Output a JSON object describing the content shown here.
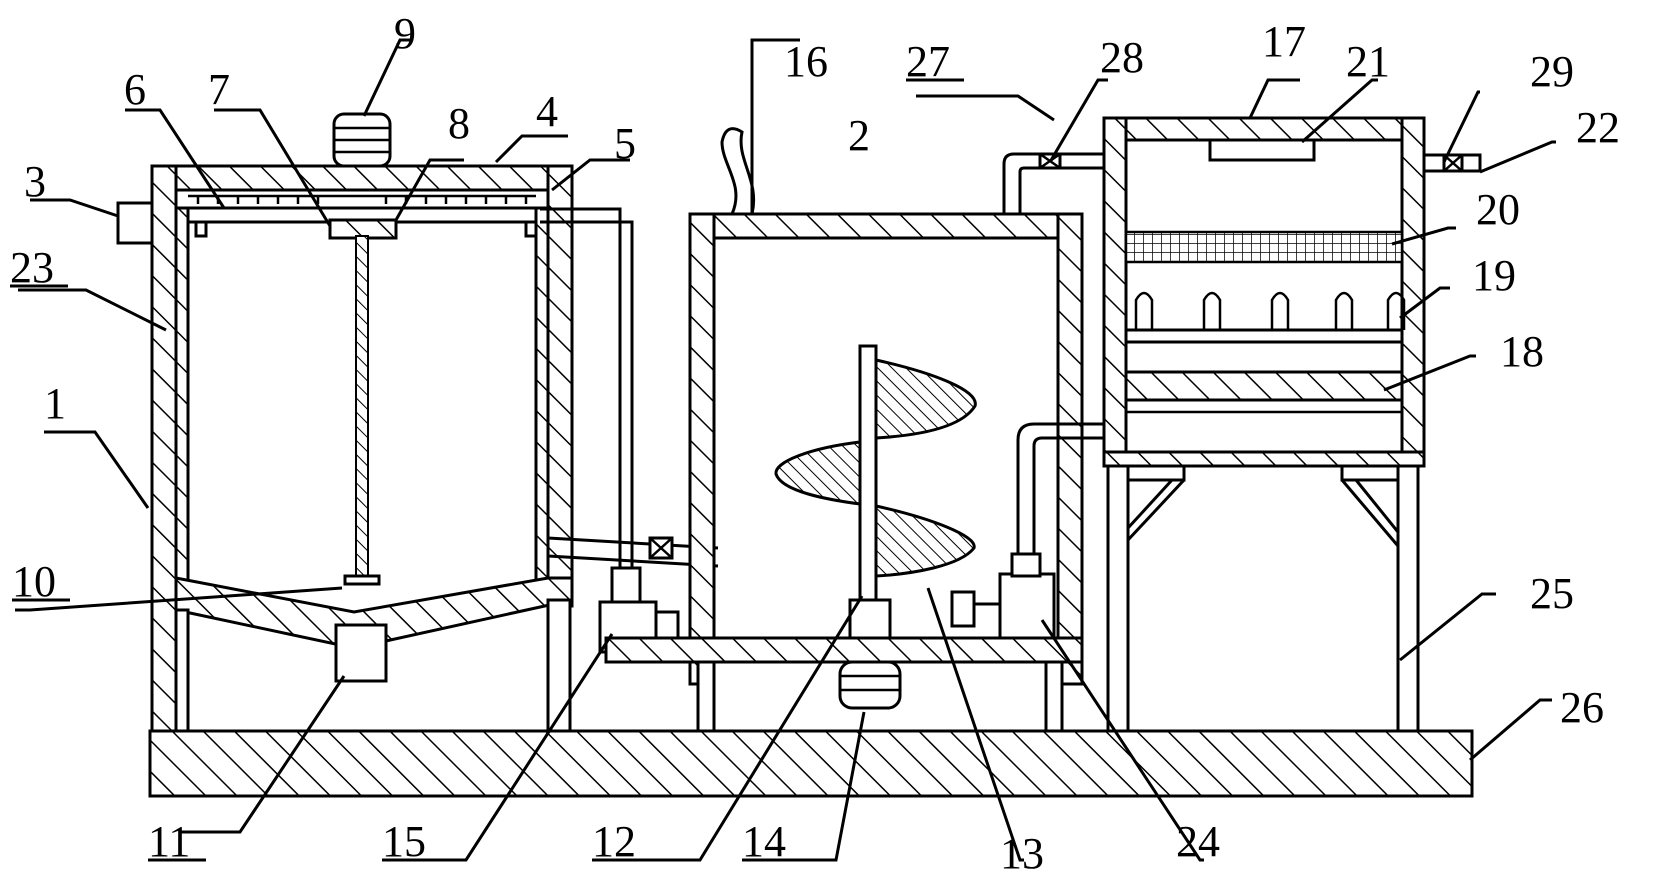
{
  "labels": [
    {
      "id": "1",
      "text": "1"
    },
    {
      "id": "2",
      "text": "2"
    },
    {
      "id": "3",
      "text": "3"
    },
    {
      "id": "4",
      "text": "4"
    },
    {
      "id": "5",
      "text": "5"
    },
    {
      "id": "6",
      "text": "6"
    },
    {
      "id": "7",
      "text": "7"
    },
    {
      "id": "8",
      "text": "8"
    },
    {
      "id": "9",
      "text": "9"
    },
    {
      "id": "10",
      "text": "10"
    },
    {
      "id": "11",
      "text": "11"
    },
    {
      "id": "12",
      "text": "12"
    },
    {
      "id": "13",
      "text": "13"
    },
    {
      "id": "14",
      "text": "14"
    },
    {
      "id": "15",
      "text": "15"
    },
    {
      "id": "16",
      "text": "16"
    },
    {
      "id": "17",
      "text": "17"
    },
    {
      "id": "18",
      "text": "18"
    },
    {
      "id": "19",
      "text": "19"
    },
    {
      "id": "20",
      "text": "20"
    },
    {
      "id": "21",
      "text": "21"
    },
    {
      "id": "22",
      "text": "22"
    },
    {
      "id": "23",
      "text": "23"
    },
    {
      "id": "24",
      "text": "24"
    },
    {
      "id": "25",
      "text": "25"
    },
    {
      "id": "26",
      "text": "26"
    },
    {
      "id": "27",
      "text": "27"
    },
    {
      "id": "28",
      "text": "28"
    },
    {
      "id": "29",
      "text": "29"
    }
  ]
}
